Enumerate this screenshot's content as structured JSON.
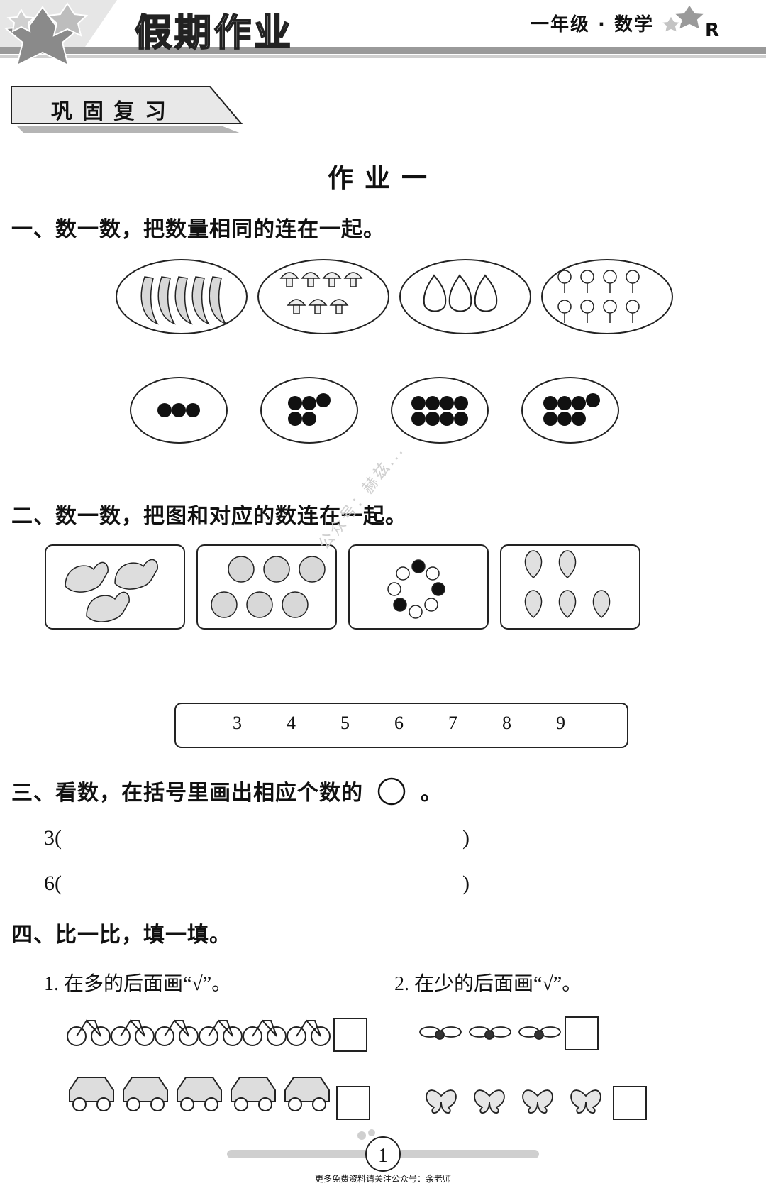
{
  "header": {
    "title": "假期作业",
    "grade": "一年级 · 数学",
    "edition": "R"
  },
  "section_tag": "巩固复习",
  "homework_title": "作业一",
  "q1": {
    "text": "一、数一数，把数量相同的连在一起。",
    "top_items": [
      "banana",
      "mushroom",
      "pear",
      "flower"
    ],
    "top_counts": [
      5,
      7,
      3,
      8
    ],
    "dot_groups": [
      3,
      5,
      8,
      7
    ]
  },
  "q2": {
    "text": "二、数一数，把图和对应的数连在一起。",
    "pictures": [
      "rooster",
      "apple",
      "bead",
      "peach"
    ],
    "picture_counts": [
      3,
      6,
      8,
      5
    ],
    "numbers": [
      "3",
      "4",
      "5",
      "6",
      "7",
      "8",
      "9"
    ]
  },
  "q3": {
    "text_before": "三、看数，在括号里画出相应个数的",
    "text_after": "。",
    "lines": [
      {
        "num": "3",
        "open": "(",
        "close": ")"
      },
      {
        "num": "6",
        "open": "(",
        "close": ")"
      }
    ]
  },
  "q4": {
    "text": "四、比一比，填一填。",
    "part1": {
      "label": "1. 在多的后面画“√”。",
      "rows": [
        {
          "item": "bicycle",
          "count": 6
        },
        {
          "item": "car",
          "count": 5
        }
      ]
    },
    "part2": {
      "label": "2. 在少的后面画“√”。",
      "rows": [
        {
          "item": "dragonfly",
          "count": 3
        },
        {
          "item": "butterfly",
          "count": 4
        }
      ]
    }
  },
  "page_number": "1",
  "footer_note": "更多免费资料请关注公众号：余老师",
  "watermark": "公众号：赫兹...",
  "colors": {
    "ink": "#111111",
    "banner_grey": "#8a8a8a",
    "light_grey": "#cccccc"
  }
}
